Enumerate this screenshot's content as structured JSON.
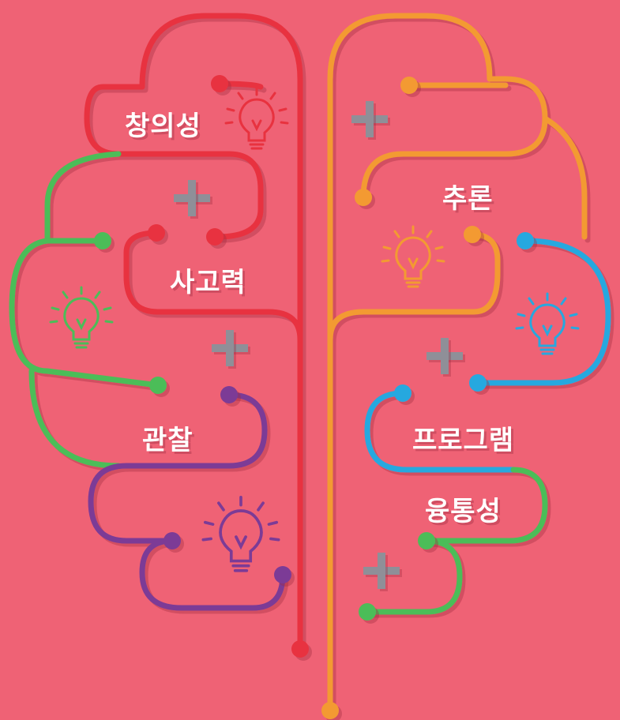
{
  "colors": {
    "background": "#ef6275",
    "red": "#e8323f",
    "orange": "#f39a32",
    "green": "#4bbd58",
    "purple": "#7c3b96",
    "blue": "#27a8df",
    "plus_gray": "#8f8f98"
  },
  "labels": {
    "creativity": "창의성",
    "thinking": "사고력",
    "observation": "관찰",
    "reasoning": "추론",
    "program": "프로그램",
    "convergence": "융통성"
  },
  "icons": [
    "lightbulb-red",
    "lightbulb-orange",
    "lightbulb-green",
    "lightbulb-blue",
    "lightbulb-purple",
    "plus-icon"
  ]
}
